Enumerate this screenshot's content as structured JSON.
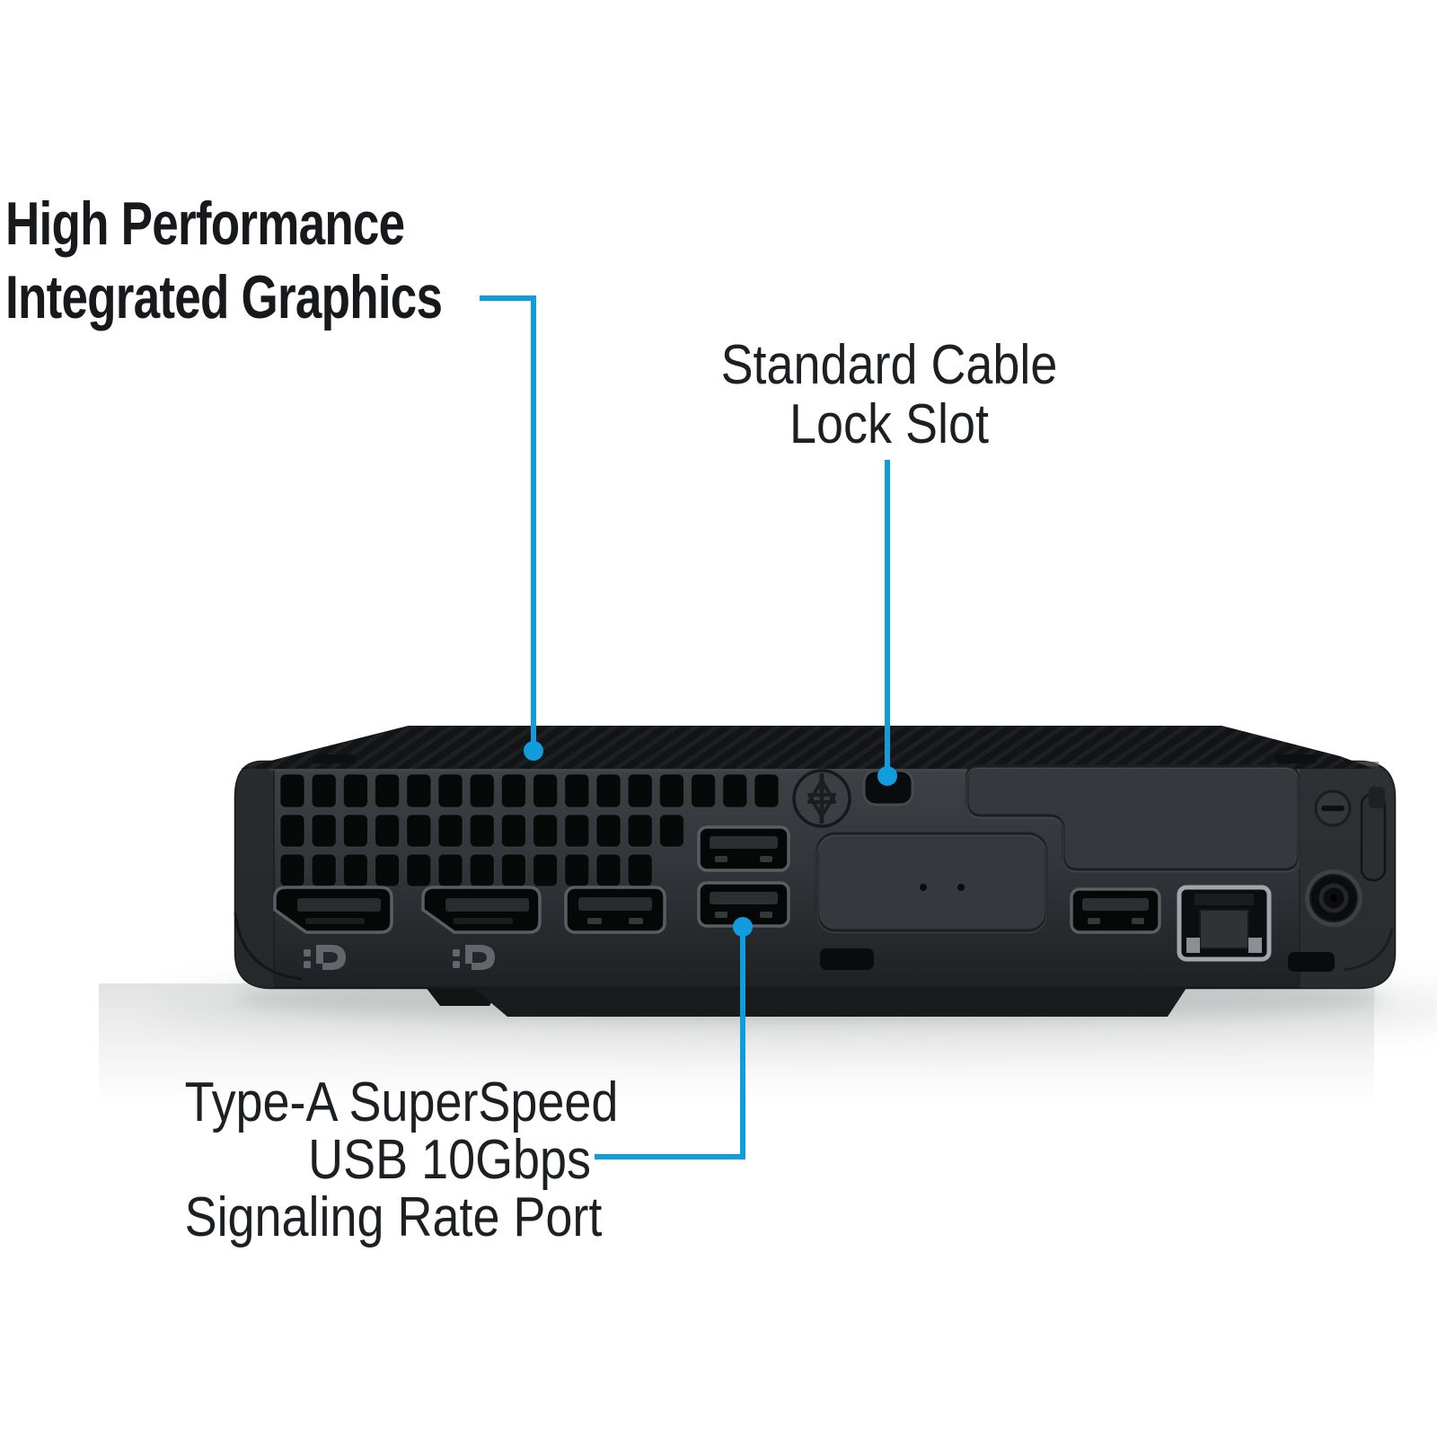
{
  "callouts": {
    "graphics": {
      "line1": "High Performance",
      "line2": "Integrated Graphics"
    },
    "lock": {
      "line1": "Standard Cable",
      "line2": "Lock Slot"
    },
    "usb": {
      "line1": "Type-A SuperSpeed",
      "line2": "USB 10Gbps",
      "line3": "Signaling Rate Port"
    }
  },
  "colors": {
    "accent_blue": "#119ddd",
    "label_text": "#17191c",
    "background": "#ffffff",
    "chassis_dark": "#141517",
    "panel_gray": "#33363a",
    "port_frame": "#5a5e62",
    "ethernet_frame": "#a2a6aa"
  },
  "device_features": [
    "chassis-lid",
    "vent-grid",
    "displayport-1",
    "displayport-2",
    "displayport-logo",
    "flex-port",
    "usb-a-upper",
    "usb-a-lower",
    "thumbscrew",
    "cable-lock-slot",
    "access-panel",
    "service-panel",
    "usb-a-right",
    "ethernet-port",
    "security-screw",
    "release-latch",
    "power-connector"
  ]
}
